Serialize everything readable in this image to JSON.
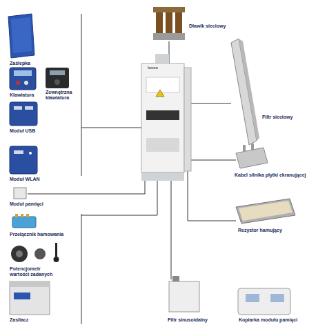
{
  "diagram": {
    "labels": [
      "Zaślepka",
      "Klawiatura",
      "Zewnętrzna klawiatura",
      "Moduł USB",
      "Moduł WLAN",
      "Moduł pamięci",
      "Przełącznik hamowania",
      "Potencjometr wartości zadanych",
      "Zasilacz",
      "Dławik sieciowy",
      "Filtr sieciowy",
      "Kabel silnika płytki ekranującej",
      "Rezystor hamujący",
      "Filtr sinusoidalny",
      "Kopiarka modułu pamięci",
      "lenze"
    ]
  }
}
